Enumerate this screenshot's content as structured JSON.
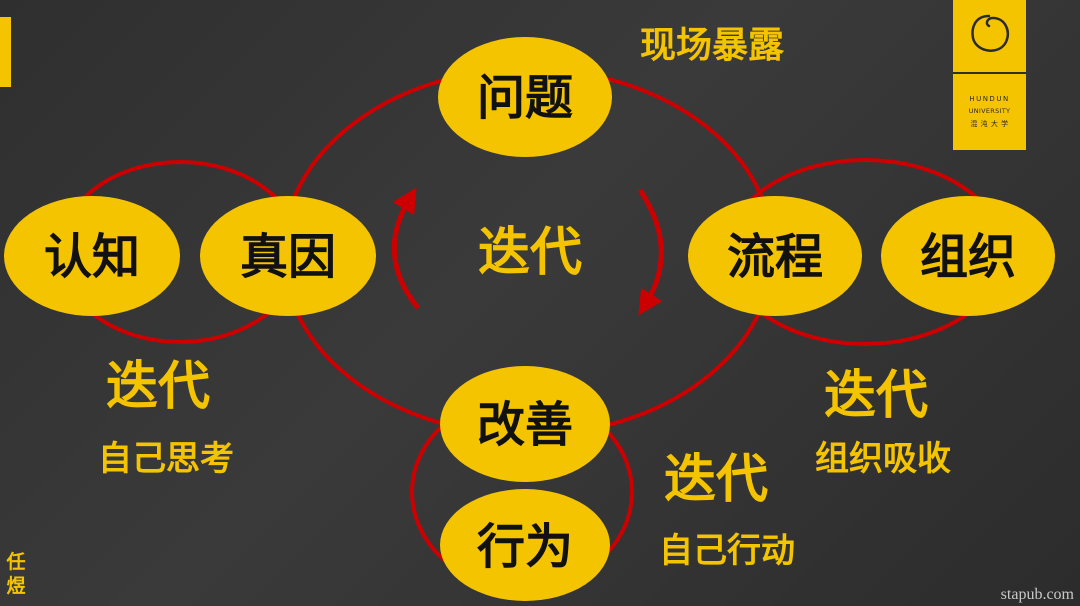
{
  "nodes": {
    "problem": "问题",
    "cognition": "认知",
    "root_cause": "真因",
    "process": "流程",
    "organization": "组织",
    "improvement": "改善",
    "action": "行为"
  },
  "labels": {
    "onsite_exposure": "现场暴露",
    "center_iteration": "迭代",
    "left_iteration": "迭代",
    "left_sub": "自己思考",
    "right_iteration": "迭代",
    "right_sub": "组织吸收",
    "bottom_iteration": "迭代",
    "bottom_sub": "自己行动"
  },
  "logo": {
    "line1": "HUNDUN",
    "line2": "UNIVERSITY",
    "line3": "混 沌 大 学"
  },
  "author": "任煜",
  "watermark": "stapub.com",
  "colors": {
    "node_fill": "#f5c400",
    "loop_stroke": "#cc0000",
    "label_text": "#f5c400",
    "node_text": "#111111"
  }
}
